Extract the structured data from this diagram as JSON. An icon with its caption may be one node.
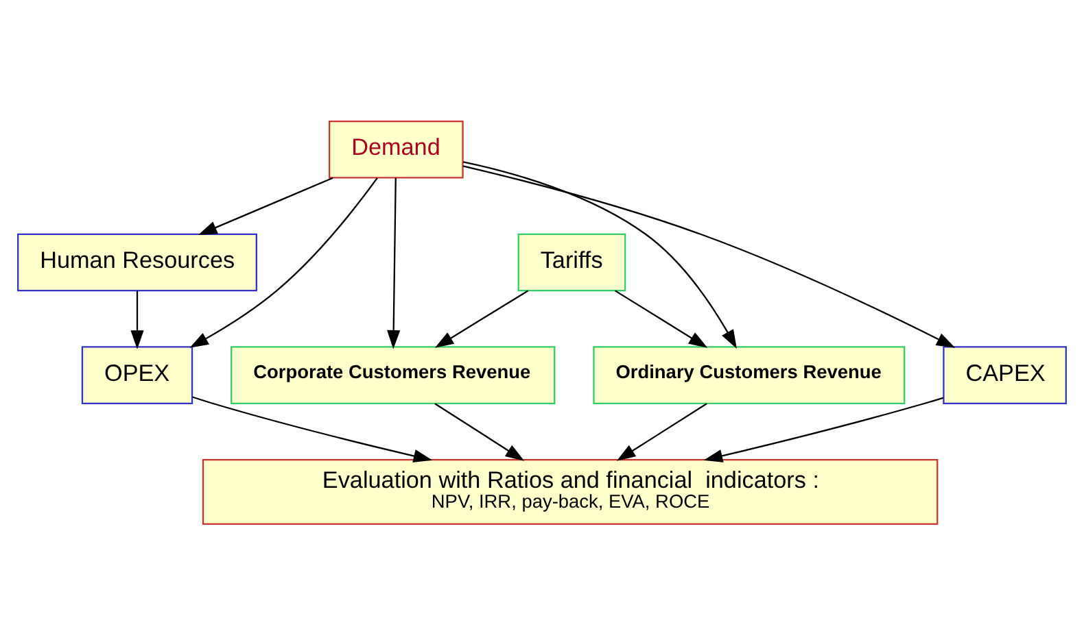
{
  "diagram": {
    "nodes": [
      {
        "text": [
          "Demand"
        ]
      },
      {
        "text": [
          "Tariffs"
        ]
      },
      {
        "text": [
          "Human Resources"
        ]
      },
      {
        "text": [
          "Corporate Customers Revenue"
        ]
      },
      {
        "text": [
          "Ordinary Customers Revenue"
        ]
      },
      {
        "text": [
          "CAPEX"
        ]
      },
      {
        "text": [
          "OPEX"
        ]
      },
      {
        "text": [
          "Evaluation with Ratios and financial  indicators :",
          "NPV, IRR, pay-back, EVA, ROCE"
        ]
      }
    ],
    "edges": [
      {
        "from": 0,
        "to": 2,
        "arrow": "to"
      },
      {
        "from": 0,
        "to": 3,
        "arrow": "to"
      },
      {
        "from": 0,
        "to": 4,
        "arrow": "to"
      },
      {
        "from": 0,
        "to": 5,
        "arrow": "to"
      },
      {
        "from": 0,
        "to": 6,
        "arrow": "to"
      },
      {
        "from": 1,
        "to": 3,
        "arrow": "to"
      },
      {
        "from": 1,
        "to": 4,
        "arrow": "to"
      },
      {
        "from": 2,
        "to": 6,
        "arrow": "to"
      },
      {
        "from": 3,
        "to": 7,
        "arrow": "to"
      },
      {
        "from": 4,
        "to": 7,
        "arrow": "to"
      },
      {
        "from": 5,
        "to": 7,
        "arrow": "to"
      },
      {
        "from": 6,
        "to": 7,
        "arrow": "to"
      }
    ]
  }
}
